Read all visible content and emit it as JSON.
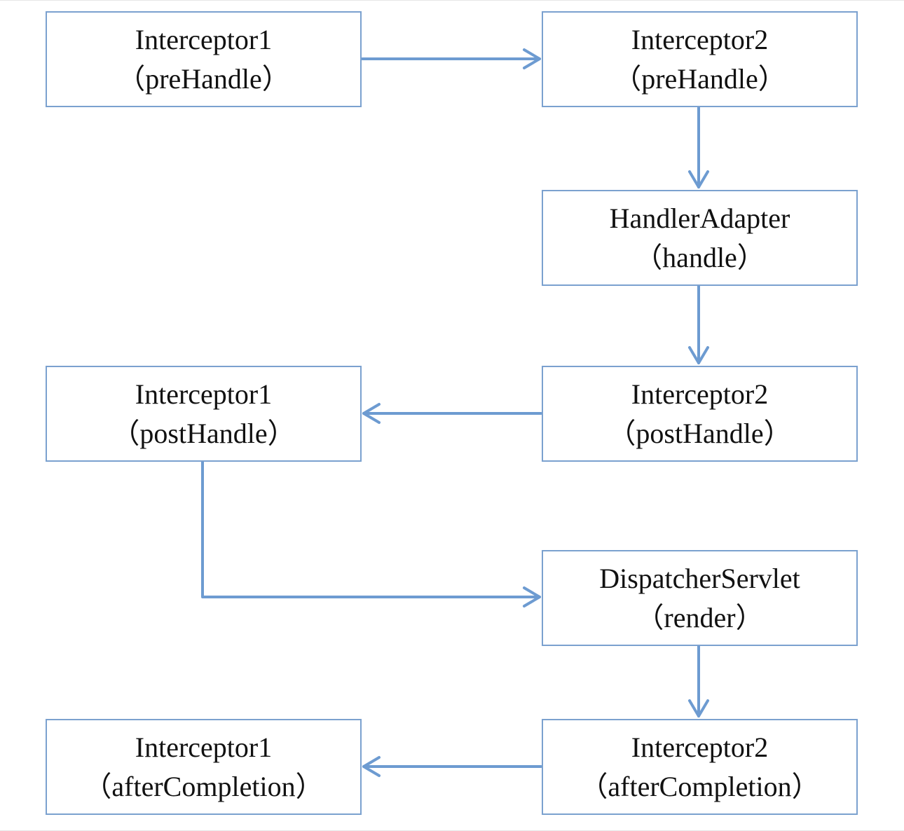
{
  "colors": {
    "box_border": "#7ba1cf",
    "arrow": "#6d9bd1",
    "text": "#111111",
    "background": "#ffffff"
  },
  "nodes": {
    "i1_pre": {
      "title": "Interceptor1",
      "method": "（preHandle）"
    },
    "i2_pre": {
      "title": "Interceptor2",
      "method": "（preHandle）"
    },
    "handler_adapter": {
      "title": "HandlerAdapter",
      "method": "（handle）"
    },
    "i2_post": {
      "title": "Interceptor2",
      "method": "（postHandle）"
    },
    "i1_post": {
      "title": "Interceptor1",
      "method": "（postHandle）"
    },
    "dispatcher": {
      "title": "DispatcherServlet",
      "method": "（render）"
    },
    "i2_after": {
      "title": "Interceptor2",
      "method": "（afterCompletion）"
    },
    "i1_after": {
      "title": "Interceptor1",
      "method": "（afterCompletion）"
    }
  },
  "edges": [
    {
      "from": "i1_pre",
      "to": "i2_pre"
    },
    {
      "from": "i2_pre",
      "to": "handler_adapter"
    },
    {
      "from": "handler_adapter",
      "to": "i2_post"
    },
    {
      "from": "i2_post",
      "to": "i1_post"
    },
    {
      "from": "i1_post",
      "to": "dispatcher"
    },
    {
      "from": "dispatcher",
      "to": "i2_after"
    },
    {
      "from": "i2_after",
      "to": "i1_after"
    }
  ]
}
